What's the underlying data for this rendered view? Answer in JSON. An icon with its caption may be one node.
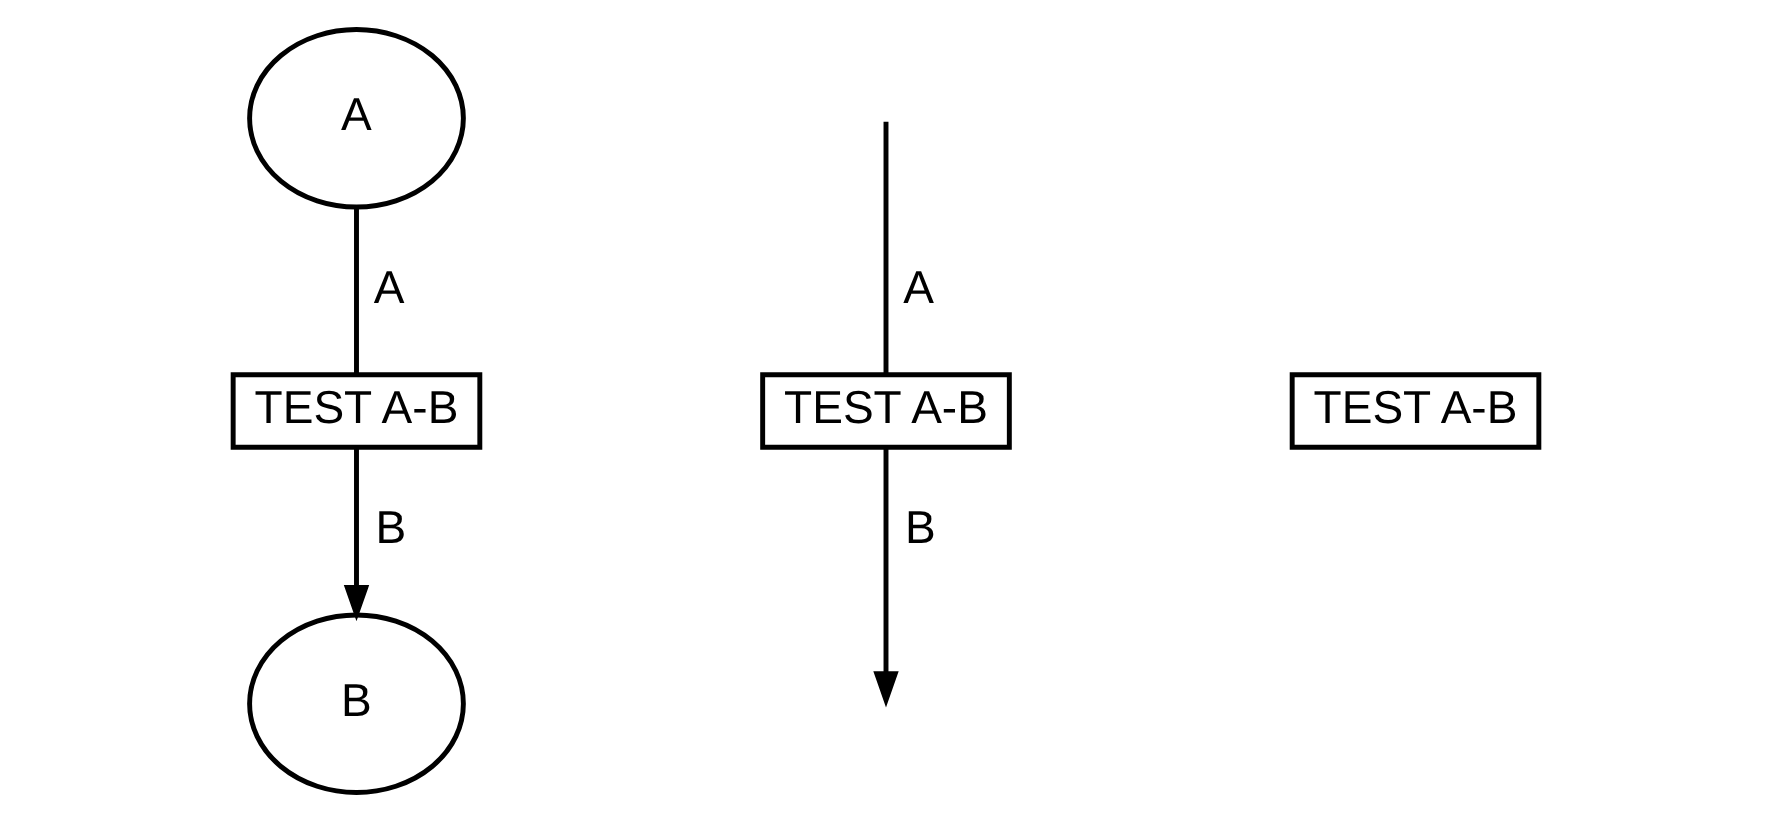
{
  "diagram": {
    "nodes": [
      {
        "text": [
          "A"
        ]
      },
      {
        "text": [
          "TEST A-B"
        ]
      },
      {
        "text": [
          "B"
        ]
      },
      {
        "text": [
          "TEST A-B"
        ]
      },
      {
        "text": [
          "TEST A-B"
        ]
      }
    ],
    "edges": [
      {
        "from": 0,
        "to": 1,
        "arrow": "none",
        "label": "A"
      },
      {
        "from": 1,
        "to": 2,
        "arrow": "to",
        "label": "B"
      },
      {
        "from": null,
        "to": 3,
        "arrow": "none",
        "label": "A"
      },
      {
        "from": 3,
        "to": null,
        "arrow": "to",
        "label": "B"
      }
    ]
  }
}
